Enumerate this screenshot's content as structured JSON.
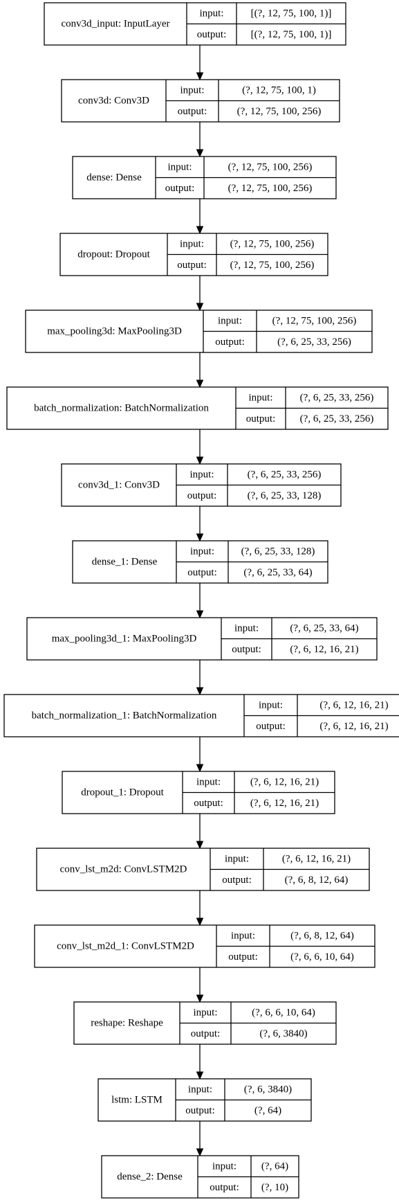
{
  "diagram": {
    "layers": [
      {
        "name": "conv3d_input: InputLayer",
        "input_label": "input:",
        "output_label": "output:",
        "input_shape": "[(?, 12, 75, 100, 1)]",
        "output_shape": "[(?, 12, 75, 100, 1)]"
      },
      {
        "name": "conv3d: Conv3D",
        "input_label": "input:",
        "output_label": "output:",
        "input_shape": "(?, 12, 75, 100, 1)",
        "output_shape": "(?, 12, 75, 100, 256)"
      },
      {
        "name": "dense: Dense",
        "input_label": "input:",
        "output_label": "output:",
        "input_shape": "(?, 12, 75, 100, 256)",
        "output_shape": "(?, 12, 75, 100, 256)"
      },
      {
        "name": "dropout: Dropout",
        "input_label": "input:",
        "output_label": "output:",
        "input_shape": "(?, 12, 75, 100, 256)",
        "output_shape": "(?, 12, 75, 100, 256)"
      },
      {
        "name": "max_pooling3d: MaxPooling3D",
        "input_label": "input:",
        "output_label": "output:",
        "input_shape": "(?, 12, 75, 100, 256)",
        "output_shape": "(?, 6, 25, 33, 256)"
      },
      {
        "name": "batch_normalization: BatchNormalization",
        "input_label": "input:",
        "output_label": "output:",
        "input_shape": "(?, 6, 25, 33, 256)",
        "output_shape": "(?, 6, 25, 33, 256)"
      },
      {
        "name": "conv3d_1: Conv3D",
        "input_label": "input:",
        "output_label": "output:",
        "input_shape": "(?, 6, 25, 33, 256)",
        "output_shape": "(?, 6, 25, 33, 128)"
      },
      {
        "name": "dense_1: Dense",
        "input_label": "input:",
        "output_label": "output:",
        "input_shape": "(?, 6, 25, 33, 128)",
        "output_shape": "(?, 6, 25, 33, 64)"
      },
      {
        "name": "max_pooling3d_1: MaxPooling3D",
        "input_label": "input:",
        "output_label": "output:",
        "input_shape": "(?, 6, 25, 33, 64)",
        "output_shape": "(?, 6, 12, 16, 21)"
      },
      {
        "name": "batch_normalization_1: BatchNormalization",
        "input_label": "input:",
        "output_label": "output:",
        "input_shape": "(?, 6, 12, 16, 21)",
        "output_shape": "(?, 6, 12, 16, 21)"
      },
      {
        "name": "dropout_1: Dropout",
        "input_label": "input:",
        "output_label": "output:",
        "input_shape": "(?, 6, 12, 16, 21)",
        "output_shape": "(?, 6, 12, 16, 21)"
      },
      {
        "name": "conv_lst_m2d: ConvLSTM2D",
        "input_label": "input:",
        "output_label": "output:",
        "input_shape": "(?, 6, 12, 16, 21)",
        "output_shape": "(?, 6, 8, 12, 64)"
      },
      {
        "name": "conv_lst_m2d_1: ConvLSTM2D",
        "input_label": "input:",
        "output_label": "output:",
        "input_shape": "(?, 6, 8, 12, 64)",
        "output_shape": "(?, 6, 6, 10, 64)"
      },
      {
        "name": "reshape: Reshape",
        "input_label": "input:",
        "output_label": "output:",
        "input_shape": "(?, 6, 6, 10, 64)",
        "output_shape": "(?, 6, 3840)"
      },
      {
        "name": "lstm: LSTM",
        "input_label": "input:",
        "output_label": "output:",
        "input_shape": "(?, 6, 3840)",
        "output_shape": "(?, 64)"
      },
      {
        "name": "dense_2: Dense",
        "input_label": "input:",
        "output_label": "output:",
        "input_shape": "(?, 64)",
        "output_shape": "(?, 10)"
      }
    ]
  }
}
